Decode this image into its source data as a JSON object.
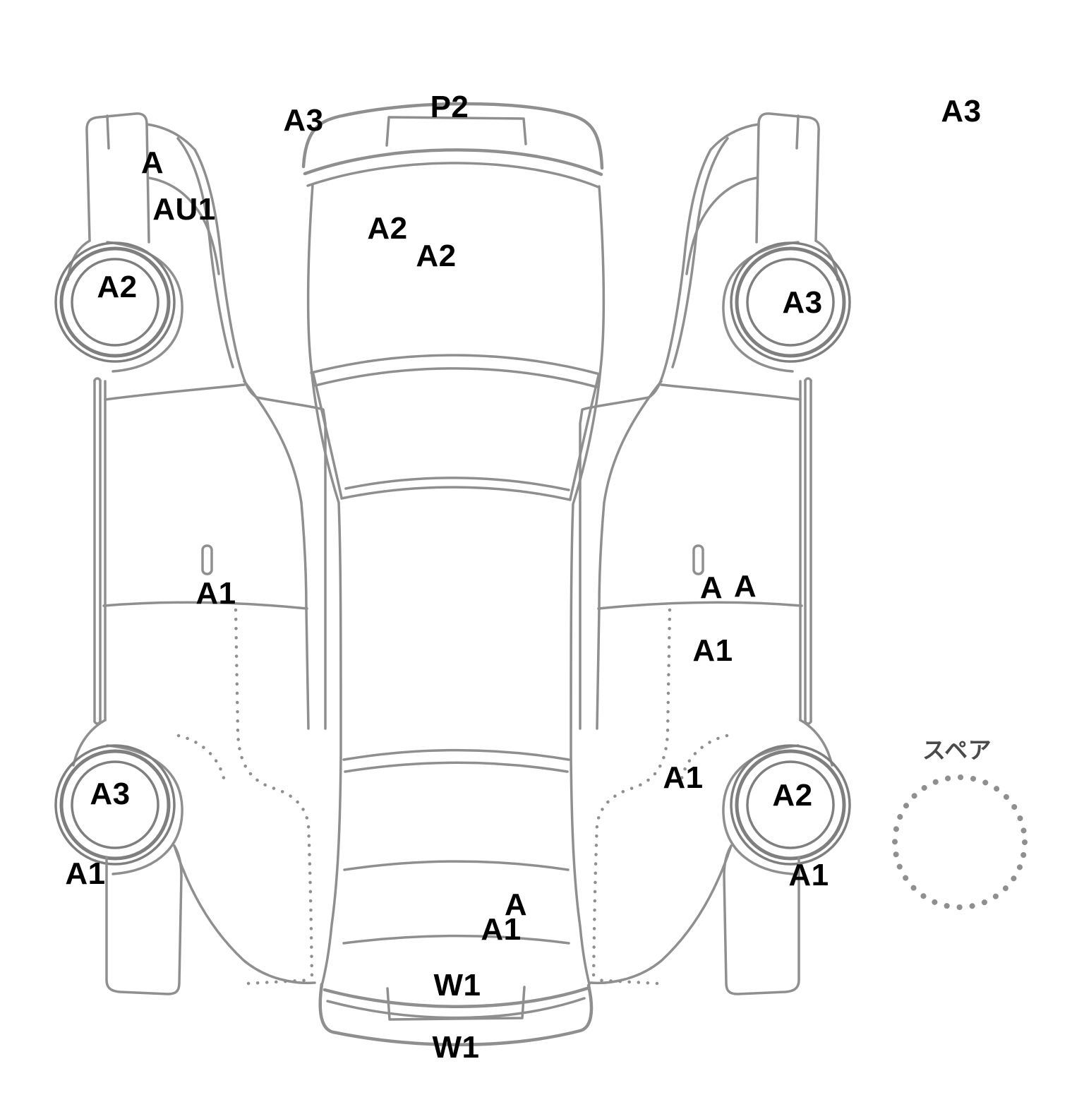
{
  "diagram_type": "vehicle-damage-expanded-view",
  "colors": {
    "line": "#8f8f8f",
    "wheel": "#7f7f7f",
    "label": "#000000",
    "spare_label": "#4a4a4a"
  },
  "labels": [
    {
      "text": "P2"
    },
    {
      "text": "A3"
    },
    {
      "text": "A3"
    },
    {
      "text": "A"
    },
    {
      "text": "AU1"
    },
    {
      "text": "A2"
    },
    {
      "text": "A2"
    },
    {
      "text": "A2"
    },
    {
      "text": "A3"
    },
    {
      "text": "A1"
    },
    {
      "text": "A"
    },
    {
      "text": "A"
    },
    {
      "text": "A1"
    },
    {
      "text": "A1"
    },
    {
      "text": "A3"
    },
    {
      "text": "A2"
    },
    {
      "text": "A1"
    },
    {
      "text": "A1"
    },
    {
      "text": "A"
    },
    {
      "text": "A1"
    },
    {
      "text": "W1"
    },
    {
      "text": "W1"
    },
    {
      "text": "スペア"
    }
  ]
}
